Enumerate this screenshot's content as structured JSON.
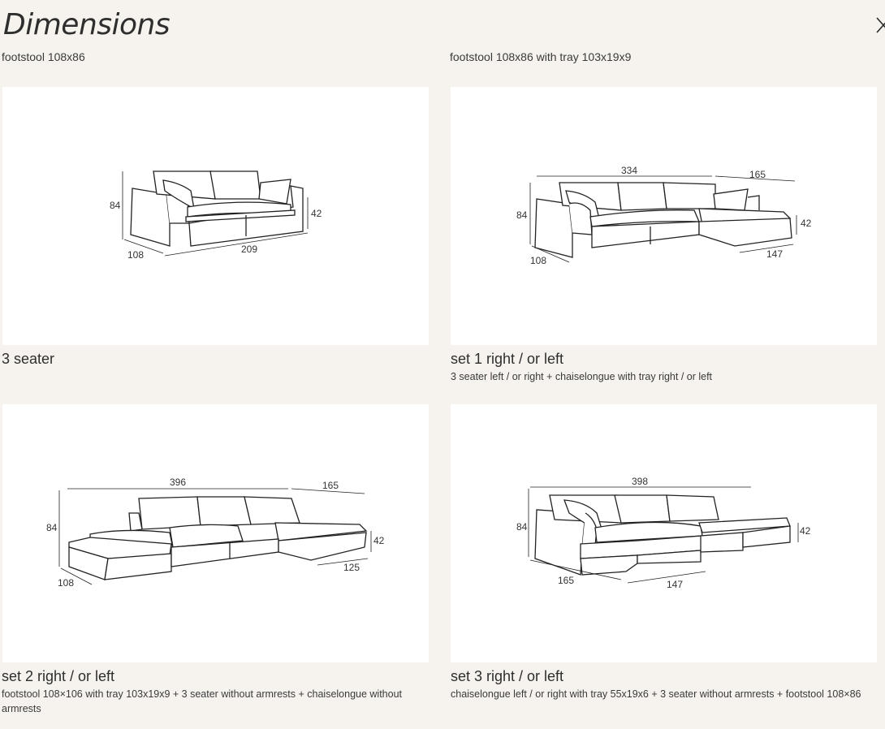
{
  "header": {
    "title": "Dimensions",
    "close_icon": "close-icon"
  },
  "cut_off": {
    "left": "footstool 108x86",
    "right": "footstool 108x86 with tray 103x19x9"
  },
  "products": [
    {
      "title": "3 seater",
      "description": "",
      "dims": {
        "height": "84",
        "depth": "108",
        "width": "209",
        "seat": "42"
      }
    },
    {
      "title": "set 1 right / or left",
      "description": "3 seater left / or right + chaiselongue with tray right / or left",
      "dims": {
        "width": "334",
        "chaise_width": "165",
        "height": "84",
        "depth": "108",
        "seat": "42",
        "chaise_depth": "147"
      }
    },
    {
      "title": "set 2 right / or left",
      "description": "footstool 108×106 with tray 103x19x9 + 3 seater without armrests + chaiselongue without armrests",
      "dims": {
        "width": "396",
        "chaise_width": "165",
        "height": "84",
        "depth": "108",
        "seat": "42",
        "chaise_depth": "125"
      }
    },
    {
      "title": "set 3 right / or left",
      "description": "chaiselongue left / or right with tray 55x19x6 + 3 seater without armrests + footstool 108×86",
      "dims": {
        "width": "398",
        "height": "84",
        "seat": "42",
        "depth": "165",
        "chaise_depth": "147"
      }
    }
  ]
}
